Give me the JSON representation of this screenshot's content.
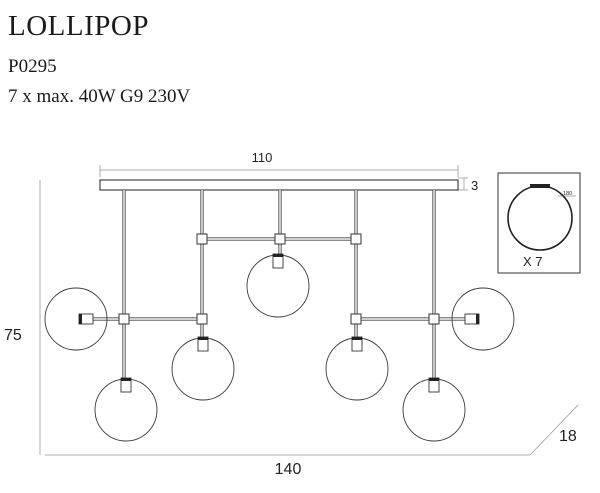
{
  "product": {
    "name": "LOLLIPOP",
    "code": "P0295",
    "spec": "7 x max. 40W G9  230V"
  },
  "dimensions": {
    "canopy_width": "110",
    "canopy_height": "3",
    "total_width": "140",
    "total_height": "75",
    "depth": "18",
    "globe_diameter": "180",
    "globe_count": "X 7"
  }
}
